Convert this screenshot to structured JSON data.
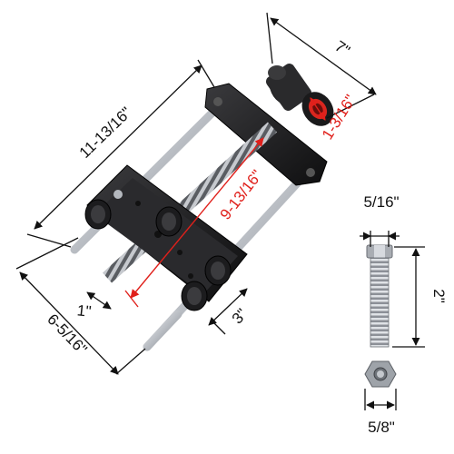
{
  "dimensions": {
    "rod_length": "11-13/16\"",
    "jaw_width": "7\"",
    "pipe_thread": "1-3/16\"",
    "screw_travel": "9-13/16\"",
    "front_jaw_width": "6-5/16\"",
    "jaw_depth": "3\"",
    "jaw_offset": "1\""
  },
  "bolt": {
    "thread_diameter": "5/16\"",
    "length": "2\"",
    "nut_width": "5/8\""
  },
  "colors": {
    "vise_body": "#1c1c1e",
    "steel": "#c9cdd2",
    "highlight_dimension": "#e0201b",
    "dimension_line": "#111111"
  }
}
